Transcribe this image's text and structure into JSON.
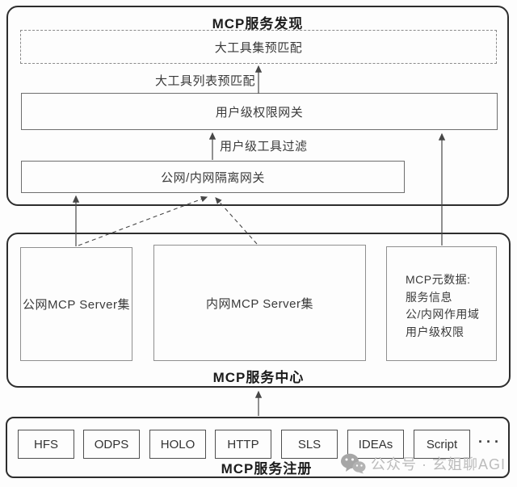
{
  "top_section": {
    "title": "MCP服务发现",
    "prematch_box_label": "大工具集预匹配",
    "prematch_arrow_label": "大工具列表预匹配",
    "permission_gateway_label": "用户级权限网关",
    "filter_arrow_label": "用户级工具过滤",
    "isolation_gateway_label": "公网/内网隔离网关"
  },
  "center_section": {
    "title": "MCP服务中心",
    "public_server_label": "公网MCP Server集",
    "internal_server_label": "内网MCP Server集",
    "metadata_box": {
      "lines": [
        "MCP元数据:",
        "服务信息",
        "公/内网作用域",
        "用户级权限"
      ]
    }
  },
  "bottom_section": {
    "title": "MCP服务注册",
    "services": [
      "HFS",
      "ODPS",
      "HOLO",
      "HTTP",
      "SLS",
      "IDEAs",
      "Script"
    ],
    "more_label": "···"
  },
  "watermark": {
    "icon": "wechat-icon",
    "text": "公众号 · 玄姐聊AGI"
  },
  "palette": {
    "container_border": "#2d2d2d",
    "node_border": "#8f8f8f",
    "arrow": "#474747",
    "text": "#3a3a3a",
    "watermark": "#bcbcbc",
    "background": "#fdfdfd"
  }
}
